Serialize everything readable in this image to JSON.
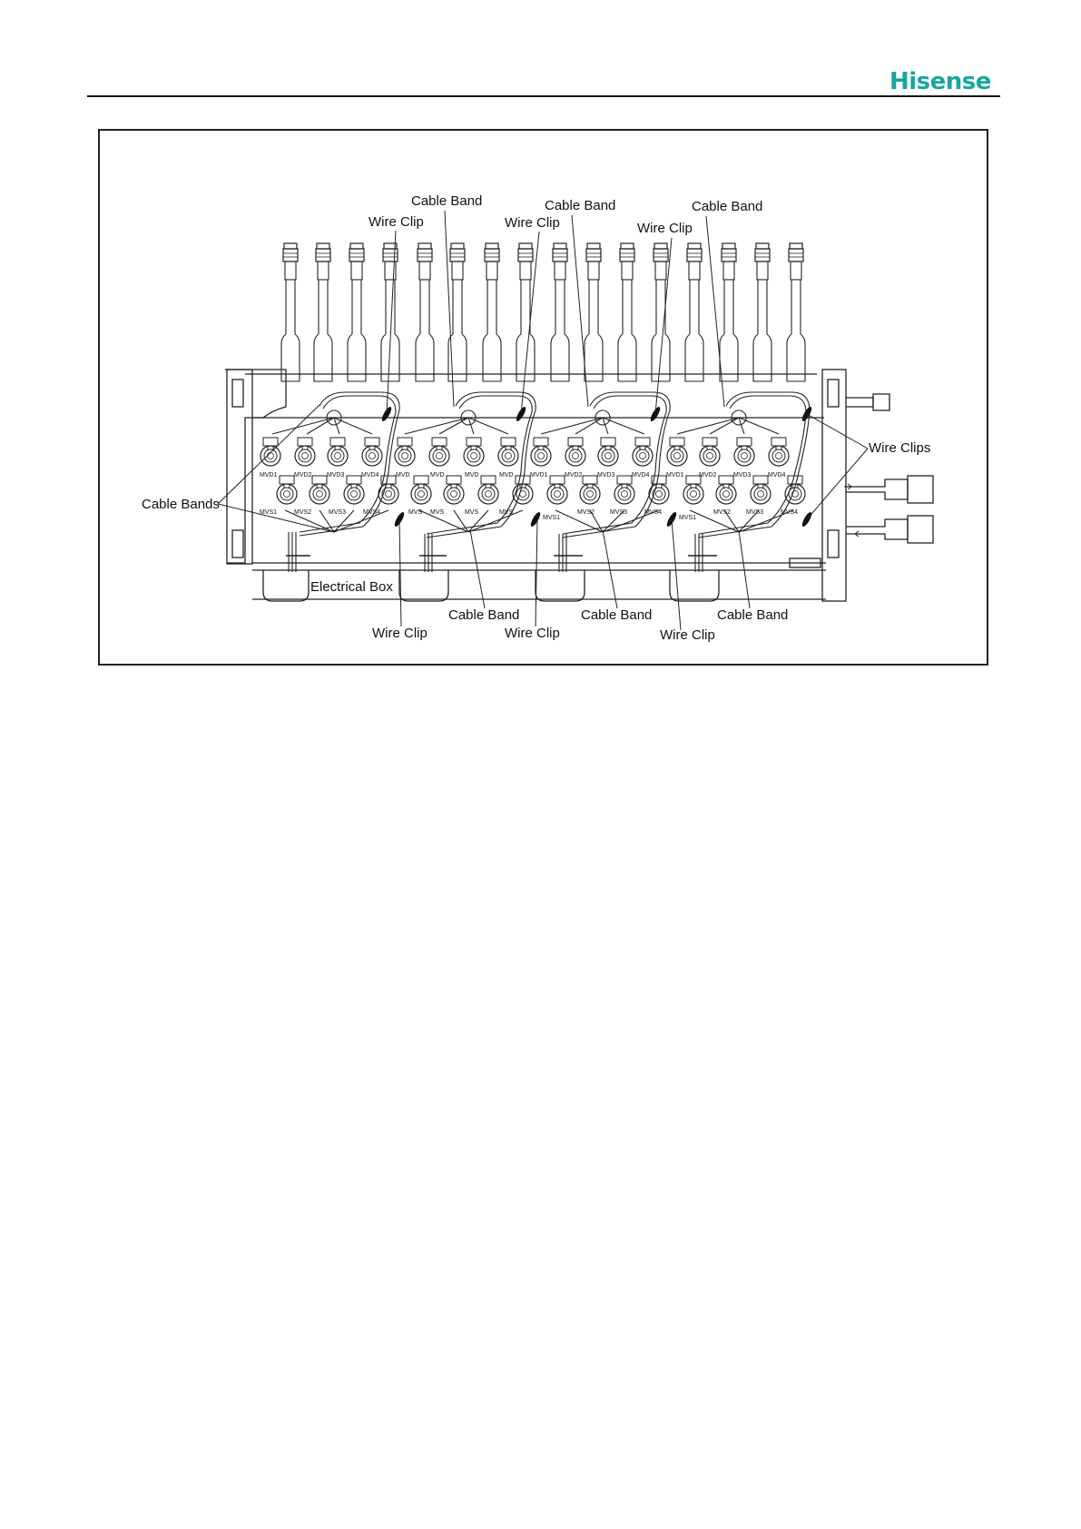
{
  "header": {
    "brand": "Hisense"
  },
  "figure": {
    "callouts": {
      "cable_band_top_1": "Cable Band",
      "cable_band_top_2": "Cable Band",
      "cable_band_top_3": "Cable Band",
      "wire_clip_top_1": "Wire Clip",
      "wire_clip_top_2": "Wire Clip",
      "wire_clip_top_3": "Wire Clip",
      "wire_clips_right": "Wire Clips",
      "cable_bands_left": "Cable Bands",
      "electrical_box": "Electrical Box",
      "cable_band_bottom_1": "Cable Band",
      "cable_band_bottom_2": "Cable Band",
      "cable_band_bottom_3": "Cable Band",
      "wire_clip_bottom_1": "Wire Clip",
      "wire_clip_bottom_2": "Wire Clip",
      "wire_clip_bottom_3": "Wire Clip"
    },
    "valve_labels": {
      "g1": {
        "d": [
          "MVD1",
          "MVD2",
          "MVD3",
          "MVD4"
        ],
        "s": [
          "MVS1",
          "MVS2",
          "MVS3",
          "MVS4"
        ]
      },
      "g2": {
        "d": [
          "MVD",
          "MVD",
          "MVD",
          "MVD"
        ],
        "s": [
          "MVS",
          "MVS",
          "MVS",
          "MVS"
        ]
      },
      "g3": {
        "d": [
          "MVD1",
          "MVD2",
          "MVD3",
          "MVD4"
        ],
        "s": [
          "MVS1",
          "MVS2",
          "MVS3",
          "MVS4"
        ]
      },
      "g4": {
        "d": [
          "MVD1",
          "MVD2",
          "MVD3",
          "MVD4"
        ],
        "s": [
          "MVS1",
          "MVS2",
          "MVS3",
          "MVS4"
        ]
      }
    }
  }
}
